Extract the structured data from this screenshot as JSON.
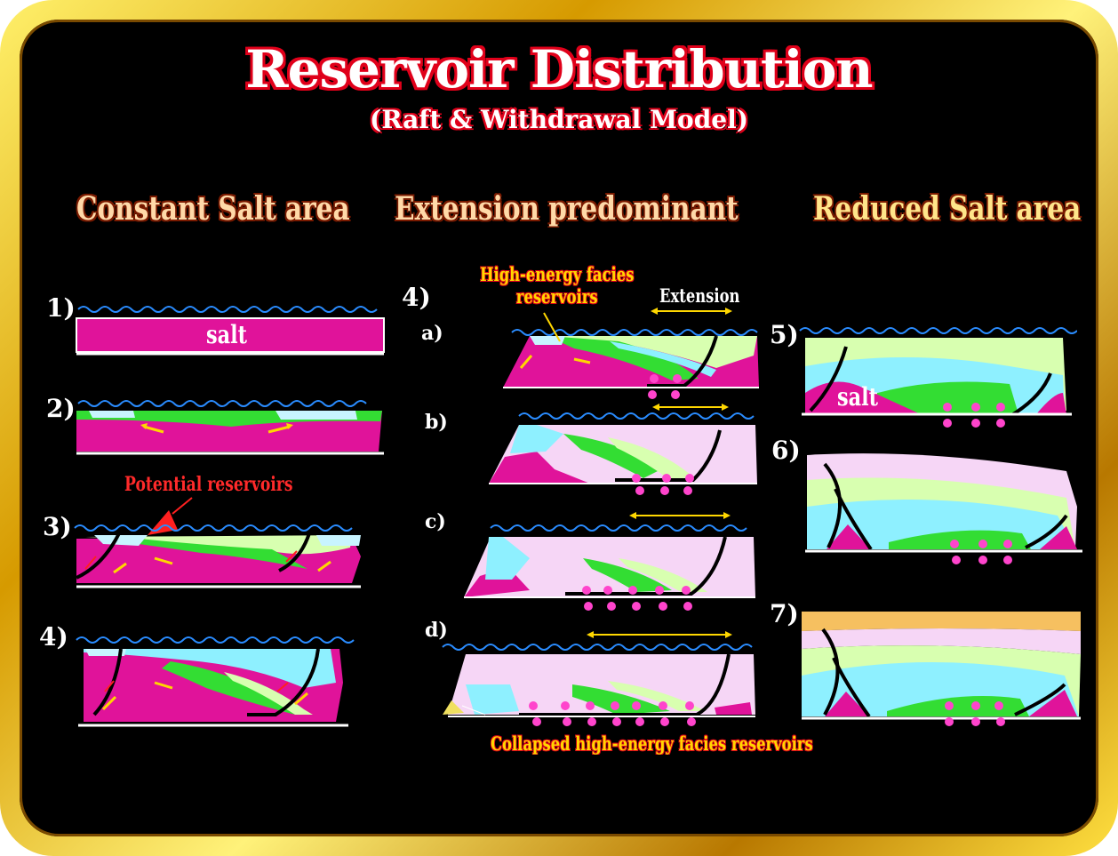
{
  "title": "Reservoir Distribution",
  "subtitle": "(Raft & Withdrawal Model)",
  "columns": {
    "left": "Constant Salt area",
    "middle": "Extension predominant",
    "right": "Reduced Salt area"
  },
  "stage_numbers": [
    "1)",
    "2)",
    "3)",
    "4)",
    "4)",
    "5)",
    "6)",
    "7)"
  ],
  "sub_stages": [
    "a)",
    "b)",
    "c)",
    "d)"
  ],
  "labels": {
    "salt_1": "salt",
    "salt_5": "salt",
    "potential_reservoirs": "Potential reservoirs",
    "high_energy": "High-energy facies\nreservoirs",
    "extension": "Extension",
    "collapsed": "Collapsed high-energy facies reservoirs"
  },
  "colors": {
    "salt": "#e0139a",
    "carbonate_light": "#c8f4ff",
    "green": "#33dd33",
    "pale_green": "#d8ffb0",
    "cyan": "#8ef0ff",
    "pale_pink": "#f6d6f6",
    "water": "#2a8cff",
    "frame_gold": "#f0c020",
    "title_outline": "#e0001a"
  }
}
